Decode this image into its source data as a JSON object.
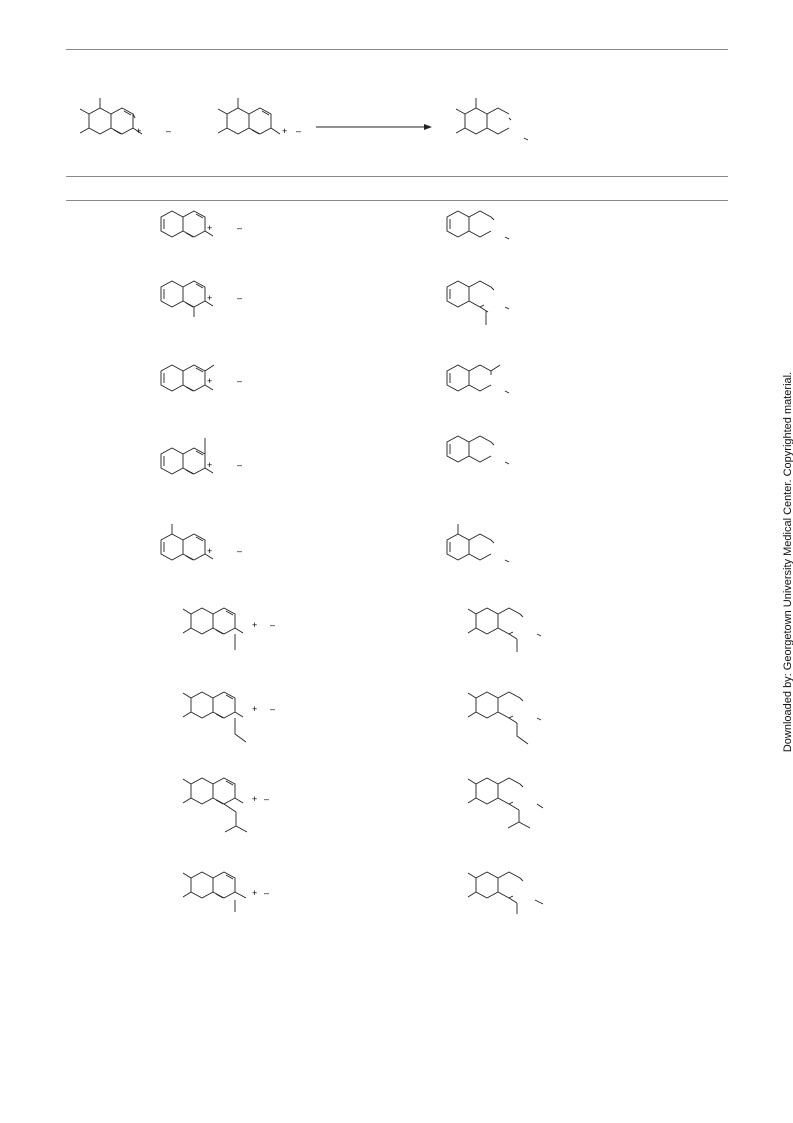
{
  "scheme": {
    "rows": [
      {
        "reactant": "isoquinolinium-plain",
        "product": "tetrahydroisoquinoline-plain"
      },
      {
        "reactant": "isoquinolinium-1-methyl",
        "product": "tetrahydroisoquinoline-1-methyl"
      },
      {
        "reactant": "isoquinolinium-3-methyl",
        "product": "tetrahydroisoquinoline-3-methyl"
      },
      {
        "reactant": "isoquinolinium-4-methyl",
        "product": "tetrahydroisoquinoline-plain"
      },
      {
        "reactant": "isoquinolinium-5-methyl",
        "product": "tetrahydroisoquinoline-5-methyl"
      },
      {
        "reactant": "dimethoxy-isoquinolinium-1-methyl",
        "product": "dimethoxy-tetrahydroisoquinoline-1-methyl"
      },
      {
        "reactant": "dimethoxy-isoquinolinium-1-ethyl",
        "product": "dimethoxy-tetrahydroisoquinoline-1-ethyl"
      },
      {
        "reactant": "dimethoxy-isoquinolinium-1-isopropyl",
        "product": "dimethoxy-tetrahydroisoquinoline-1-isopropyl"
      },
      {
        "reactant": "dimethoxy-isoquinolinium-1-methyl",
        "product": "dimethoxy-tetrahydroisoquinoline-1-methyl"
      }
    ],
    "charges": {
      "plus": "+",
      "minus": "–"
    }
  },
  "watermark": "Downloaded by: Georgetown University Medical Center. Copyrighted material.",
  "colors": {
    "rule": "#8a8a8a",
    "ink": "#222222"
  }
}
